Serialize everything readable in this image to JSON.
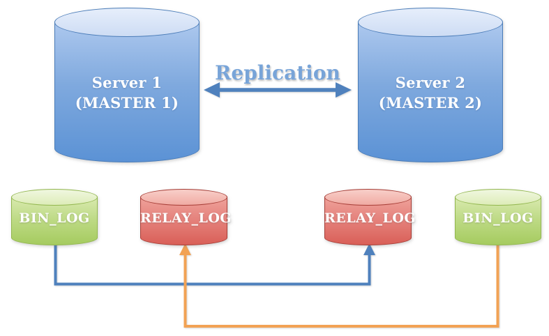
{
  "diagram": {
    "replication": {
      "label": "Replication"
    },
    "servers": [
      {
        "name": "Server 1",
        "role": "(MASTER 1)"
      },
      {
        "name": "Server 2",
        "role": "(MASTER 2)"
      }
    ],
    "logs": [
      {
        "label": "BIN_LOG"
      },
      {
        "label": "RELAY_LOG"
      },
      {
        "label": "RELAY_LOG"
      },
      {
        "label": "BIN_LOG"
      }
    ],
    "connections": [
      {
        "from": "Server 1",
        "to": "Server 2",
        "label": "Replication",
        "style": "double-headed-arrow",
        "color": "#4f81bd"
      },
      {
        "from": "BIN_LOG (Server 1)",
        "to": "RELAY_LOG (Server 2)",
        "style": "elbow-arrow",
        "color": "#4f81bd"
      },
      {
        "from": "BIN_LOG (Server 2)",
        "to": "RELAY_LOG (Server 1)",
        "style": "elbow-arrow",
        "color": "#f2a254"
      }
    ],
    "colors": {
      "server_fill": "#5e94d6",
      "server_border": "#4a7cb8",
      "bin_log_fill": "#a9cd63",
      "bin_log_border": "#92b74e",
      "relay_log_fill": "#db655d",
      "relay_log_border": "#a63d36",
      "blue_connector": "#4f81bd",
      "orange_connector": "#f2a254",
      "replication_text": "#78a4d8",
      "label_text": "#ffffff"
    }
  }
}
